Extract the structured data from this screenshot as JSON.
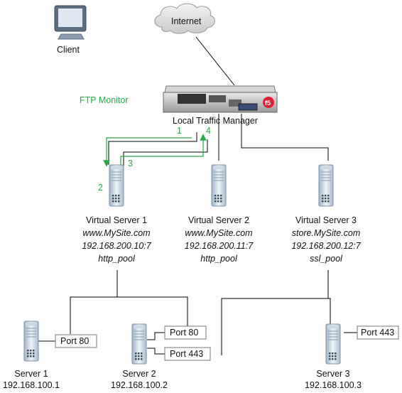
{
  "client": {
    "label": "Client"
  },
  "internet": {
    "label": "Internet"
  },
  "ltm": {
    "label": "Local Traffic Manager"
  },
  "monitor": {
    "label": "FTP Monitor",
    "color": "#2aa74a",
    "steps": [
      "1",
      "2",
      "3",
      "4"
    ]
  },
  "virtual_servers": [
    {
      "name": "Virtual Server 1",
      "host": "www.MySite.com",
      "address": "192.168.200.10:7",
      "pool": "http_pool"
    },
    {
      "name": "Virtual Server 2",
      "host": "www.MySite.com",
      "address": "192.168.200.11:7",
      "pool": "http_pool"
    },
    {
      "name": "Virtual Server 3",
      "host": "store.MySite.com",
      "address": "192.168.200.12:7",
      "pool": "ssl_pool"
    }
  ],
  "servers": [
    {
      "name": "Server 1",
      "ip": "192.168.100.1",
      "ports": [
        "Port 80"
      ]
    },
    {
      "name": "Server 2",
      "ip": "192.168.100.2",
      "ports": [
        "Port 80",
        "Port 443"
      ]
    },
    {
      "name": "Server 3",
      "ip": "192.168.100.3",
      "ports": [
        "Port 443"
      ]
    }
  ]
}
